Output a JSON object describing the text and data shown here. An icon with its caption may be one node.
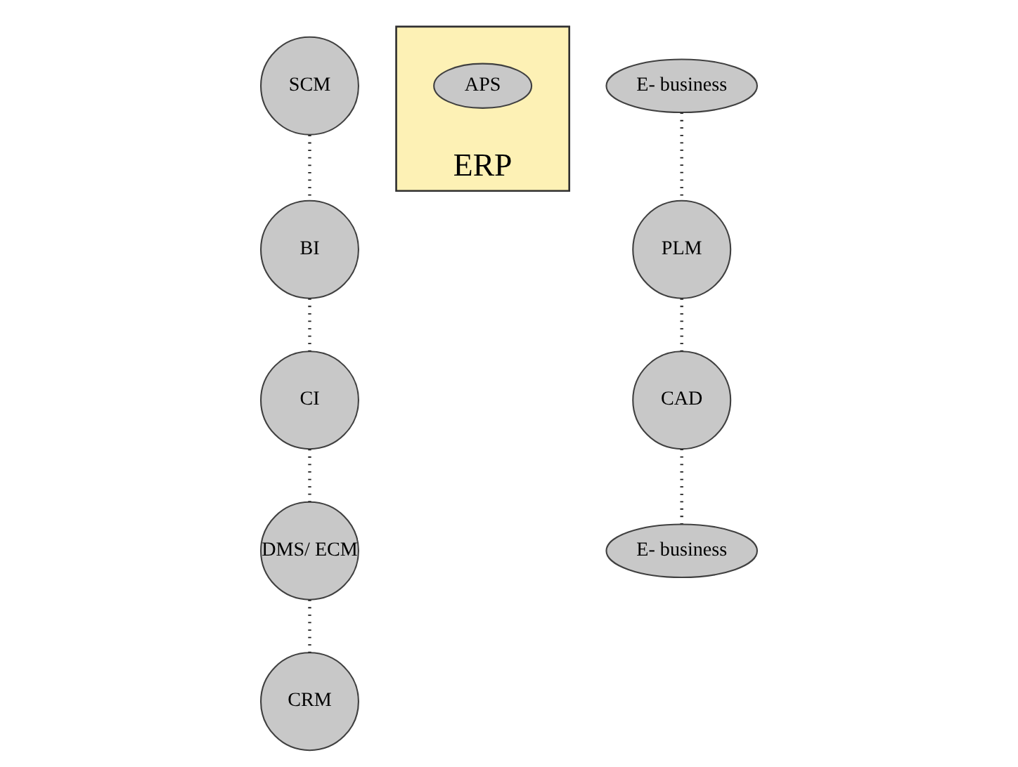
{
  "diagram": {
    "nodes": [
      {
        "text": [
          "CI"
        ]
      },
      {
        "text": [
          "BI"
        ]
      },
      {
        "text": [
          "DMS/ ECM"
        ]
      },
      {
        "text": [
          "ERP"
        ]
      },
      {
        "text": [
          "APS"
        ],
        "in": 3
      },
      {
        "text": [
          "SCM"
        ]
      },
      {
        "text": [
          "CRM"
        ]
      },
      {
        "text": [
          "E- business"
        ]
      },
      {
        "text": [
          "E- business"
        ]
      },
      {
        "text": [
          "CAD"
        ]
      },
      {
        "text": [
          "PLM"
        ]
      }
    ],
    "edges": [
      {
        "from": 1,
        "to": 0,
        "arrow": "none"
      },
      {
        "from": 0,
        "to": 2,
        "arrow": "none"
      },
      {
        "from": 2,
        "to": 6,
        "arrow": "none"
      },
      {
        "from": 8,
        "to": 10,
        "arrow": "none"
      },
      {
        "from": 10,
        "to": 9,
        "arrow": "none"
      },
      {
        "from": 9,
        "to": 7,
        "arrow": "none"
      },
      {
        "from": 5,
        "to": 1,
        "arrow": "none"
      }
    ]
  }
}
